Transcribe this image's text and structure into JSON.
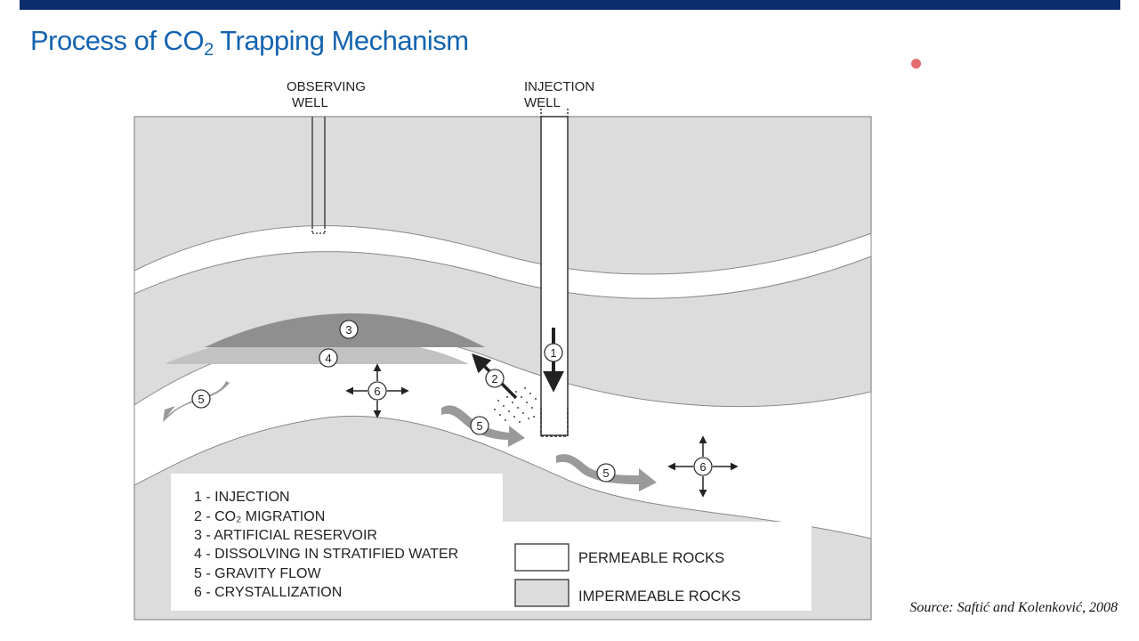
{
  "slide": {
    "title_main": "Process of CO",
    "title_sub": "2",
    "title_rest": " Trapping Mechanism"
  },
  "wells": {
    "observing_line1": "OBSERVING",
    "observing_line2": "WELL",
    "injection_line1": "INJECTION",
    "injection_line2": "WELL"
  },
  "markers": {
    "m1": "1",
    "m2": "2",
    "m3": "3",
    "m4": "4",
    "m5": "5",
    "m6": "6"
  },
  "legend": {
    "items": [
      "1 - INJECTION",
      "2 - CO₂ MIGRATION",
      "3 - ARTIFICIAL RESERVOIR",
      "4 - DISSOLVING IN STRATIFIED WATER",
      "5 - GRAVITY FLOW",
      "6 - CRYSTALLIZATION"
    ],
    "permeable": "PERMEABLE ROCKS",
    "impermeable": "IMPERMEABLE ROCKS"
  },
  "source": "Source: Saftić and Kolenković, 2008",
  "colors": {
    "title": "#1564b0",
    "top_bar": "#0b2d6b",
    "impermeable_fill": "#dcdcdc",
    "permeable_fill": "#ffffff",
    "reservoir_dark": "#8f8f8f",
    "dissolve_band": "#c2c2c2",
    "flow_arrow": "#9a9a9a"
  }
}
